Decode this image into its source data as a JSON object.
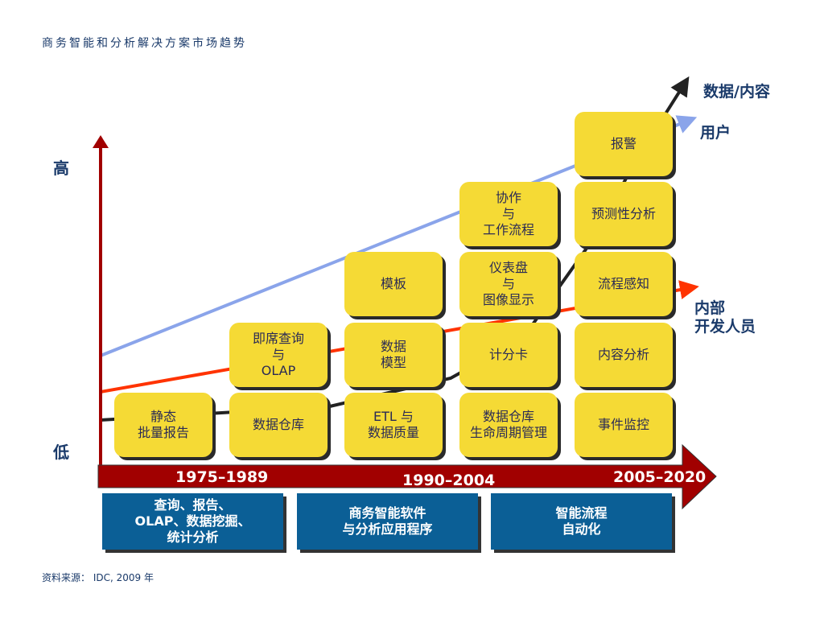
{
  "title": "商务智能和分析解决方案市场趋势",
  "source": "资料来源： IDC, 2009 年",
  "axis": {
    "high": "高",
    "low": "低"
  },
  "series_labels": {
    "data_content": "数据/内容",
    "users": "用户",
    "internal_devs": [
      "内部",
      "开发人员"
    ]
  },
  "colors": {
    "data_line": "#222222",
    "user_line": "#8aa4ea",
    "dev_line": "#ff3300",
    "box": "#f5da35",
    "era": "#0b5f96",
    "timeline": "#a10000"
  },
  "years": [
    "1975–1989",
    "1990–2004",
    "2005–2020"
  ],
  "eras": [
    [
      "查询、报告、",
      "OLAP、数据挖掘、",
      "统计分析"
    ],
    [
      "商务智能软件",
      "与分析应用程序"
    ],
    [
      "智能流程",
      "自动化"
    ]
  ],
  "columns": [
    [
      [
        "静态",
        "批量报告"
      ]
    ],
    [
      [
        "数据仓库"
      ],
      [
        "即席查询",
        "与",
        "OLAP"
      ]
    ],
    [
      [
        "ETL 与",
        "数据质量"
      ],
      [
        "数据",
        "模型"
      ],
      [
        "模板"
      ]
    ],
    [
      [
        "数据仓库",
        "生命周期管理"
      ],
      [
        "计分卡"
      ],
      [
        "仪表盘",
        "与",
        "图像显示"
      ],
      [
        "协作",
        "与",
        "工作流程"
      ]
    ],
    [
      [
        "事件监控"
      ],
      [
        "内容分析"
      ],
      [
        "流程感知"
      ],
      [
        "预测性分析"
      ],
      [
        "报警"
      ]
    ]
  ]
}
